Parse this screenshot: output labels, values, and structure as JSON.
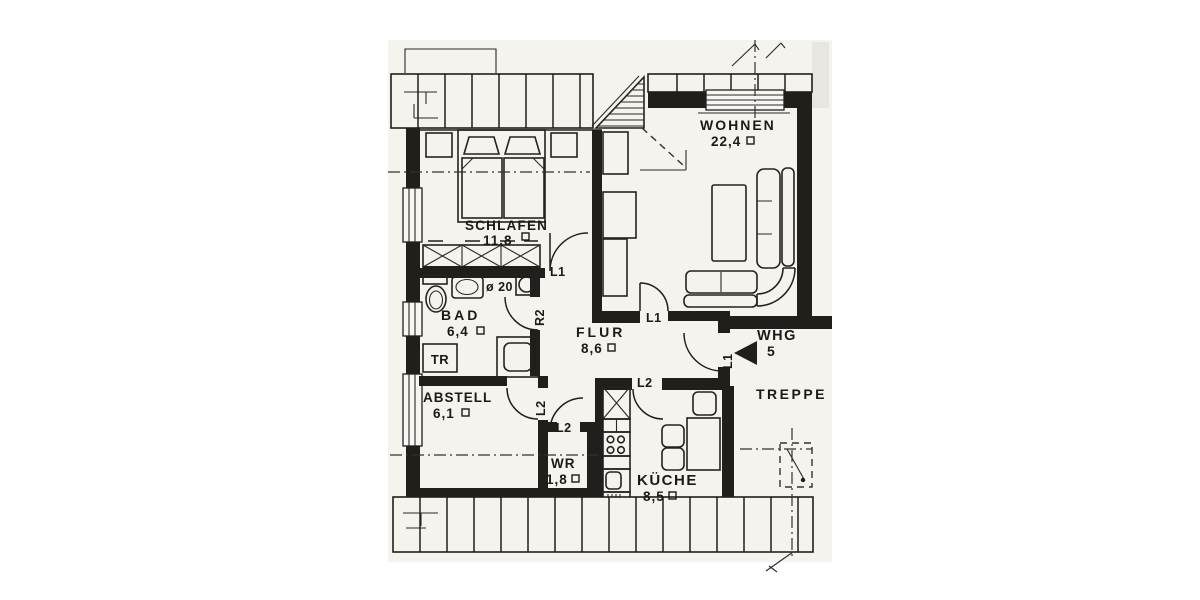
{
  "plan": {
    "type": "apartment-floorplan-scan",
    "background_color": "#f4f3ee",
    "line_color": "#211f1c",
    "rooms": {
      "wohnen": {
        "label": "WOHNEN",
        "area": "22,4"
      },
      "schlafen": {
        "label": "SCHLAFEN",
        "area": "11,8"
      },
      "bad": {
        "label": "BAD",
        "area": "6,4"
      },
      "flur": {
        "label": "FLUR",
        "area": "8,6"
      },
      "abstell": {
        "label": "ABSTELL",
        "area": "6,1"
      },
      "wr": {
        "label": "WR",
        "area": "1,8"
      },
      "kueche": {
        "label": "KÜCHE",
        "area": "8,5"
      },
      "treppe": {
        "label": "TREPPE"
      }
    },
    "door_labels": {
      "schlafen_door": "L1",
      "wohnen_door": "L1",
      "entrance_door": "L1",
      "bad_door": "R2",
      "abstell_door": "L2",
      "wr_door": "L2",
      "kueche_door": "L2"
    },
    "annotations": {
      "apartment_label": "WHG",
      "apartment_number": "5",
      "dryer_box": "TR",
      "round_window": "ø 20",
      "area_unit_symbol": "□"
    }
  }
}
